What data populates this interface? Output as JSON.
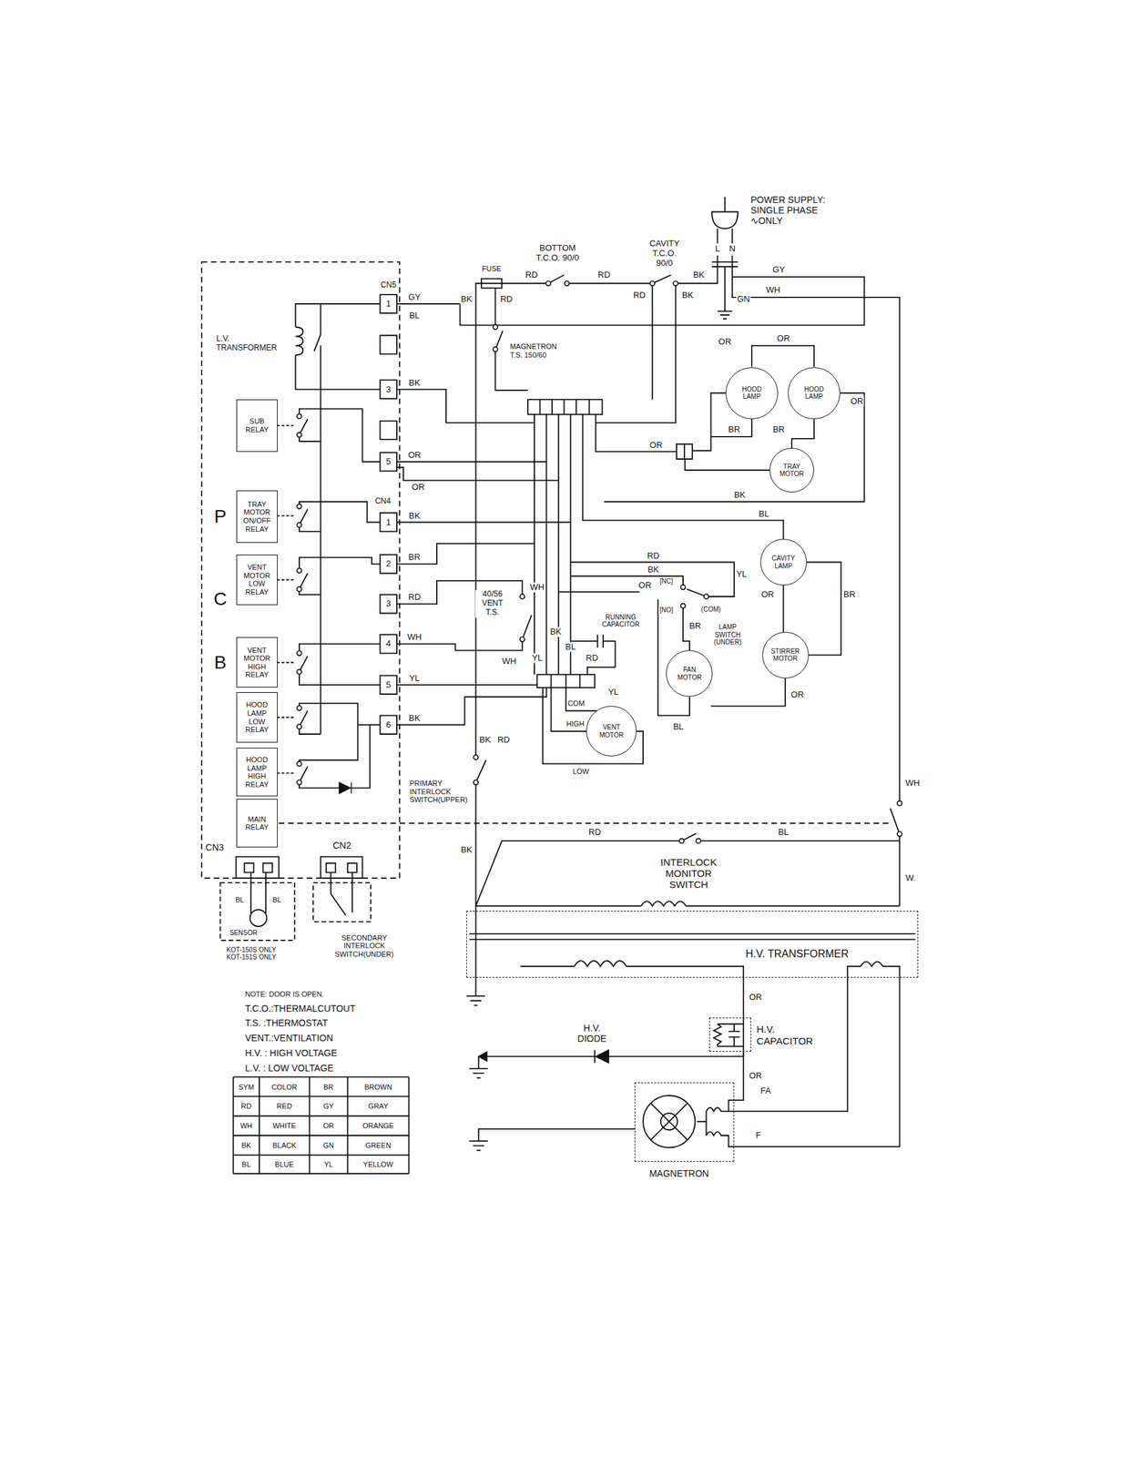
{
  "diagram": {
    "nodes": [
      {
        "text": [
          "SUB RELAY"
        ]
      },
      {
        "text": [
          "TRAY MOTOR ON/OFF RELAY"
        ]
      },
      {
        "text": [
          "VENT MOTOR LOW RELAY"
        ]
      },
      {
        "text": [
          "VENT MOTOR HIGH RELAY"
        ]
      },
      {
        "text": [
          "HOOD LAMP LOW RELAY"
        ]
      },
      {
        "text": [
          "HOOD LAMP HIGH RELAY"
        ]
      },
      {
        "text": [
          "MAIN RELAY"
        ]
      },
      {
        "text": [
          "HOOD LAMP"
        ]
      },
      {
        "text": [
          "HOOD LAMP"
        ]
      },
      {
        "text": [
          "TRAY MOTOR"
        ]
      },
      {
        "text": [
          "CAVITY LAMP"
        ]
      },
      {
        "text": [
          "FAN MOTOR"
        ]
      },
      {
        "text": [
          "STIRRER MOTOR"
        ]
      },
      {
        "text": [
          "VENT MOTOR"
        ]
      },
      {
        "text": [
          "H.V. TRANSFORMER"
        ]
      },
      {
        "text": [
          "H.V. CAPACITOR"
        ]
      },
      {
        "text": [
          "MAGNETRON"
        ]
      }
    ],
    "edges": [
      {
        "from": 7,
        "to": 8,
        "arrow": "none"
      },
      {
        "from": 8,
        "to": 9,
        "arrow": "none"
      },
      {
        "from": 10,
        "to": 12,
        "label": "BR",
        "arrow": "none"
      },
      {
        "from": 14,
        "to": 15,
        "label": "OR",
        "arrow": "none"
      },
      {
        "from": 15,
        "to": 16,
        "label": "OR",
        "arrow": "none"
      },
      {
        "from": 14,
        "to": 16,
        "arrow": "none"
      },
      {
        "from": 14,
        "to": 16,
        "arrow": "none"
      }
    ],
    "labels": [
      "POWER SUPPLY: SINGLE PHASE ∿ONLY",
      "L",
      "N",
      "GY",
      "WH",
      "BK",
      "GN",
      "CAVITY T.C.O. 90/0",
      "BK",
      "RD",
      "BOTTOM T.C.O. 90/0",
      "RD",
      "RD",
      "FUSE",
      "RD",
      "BK",
      "MAGNETRON T.S. 150/60",
      "CN5",
      "1",
      "GY",
      "BL",
      "L.V. TRANSFORMER",
      "3",
      "BK",
      "5",
      "OR",
      "OR",
      "CN4",
      "1",
      "BK",
      "2",
      "BR",
      "3",
      "RD",
      "4",
      "WH",
      "5",
      "YL",
      "6",
      "BK",
      "P",
      "C",
      "B",
      "OR",
      "OR",
      "OR",
      "BR",
      "BR",
      "OR",
      "BK",
      "BL",
      "OR",
      "RD",
      "BK",
      "OR",
      "YL",
      "[NC]",
      "[NO]",
      "(COM)",
      "LAMP SWITCH (UNDER)",
      "BR",
      "BL",
      "OR",
      "40/56 VENT T.S.",
      "WH",
      "YL",
      "WH",
      "RUNNING CAPACITOR",
      "BK",
      "BL",
      "RD",
      "YL",
      "COM",
      "HIGH",
      "LOW",
      "BK",
      "RD",
      "PRIMARY INTERLOCK SWITCH(UPPER)",
      "BK",
      "RD",
      "BL",
      "INTERLOCK MONITOR SWITCH",
      "WH",
      "W.",
      "H.V. DIODE",
      "FA",
      "F",
      "CN3",
      "CN2",
      "BL",
      "BL",
      "SENSOR",
      "KOT-150S ONLY KOT-151S ONLY",
      "SECONDARY INTERLOCK SWITCH(UNDER)",
      "NOTE: DOOR IS OPEN.",
      "T.C.O.:THERMALCUTOUT",
      "T.S. :THERMOSTAT",
      "VENT.:VENTILATION",
      "H.V. : HIGH VOLTAGE",
      "L.V. : LOW VOLTAGE",
      "SYM",
      "COLOR",
      "BR",
      "BROWN",
      "RD",
      "RED",
      "GY",
      "GRAY",
      "WH",
      "WHITE",
      "OR",
      "ORANGE",
      "BK",
      "BLACK",
      "GN",
      "GREEN",
      "BL",
      "BLUE",
      "YL",
      "YELLOW"
    ]
  }
}
